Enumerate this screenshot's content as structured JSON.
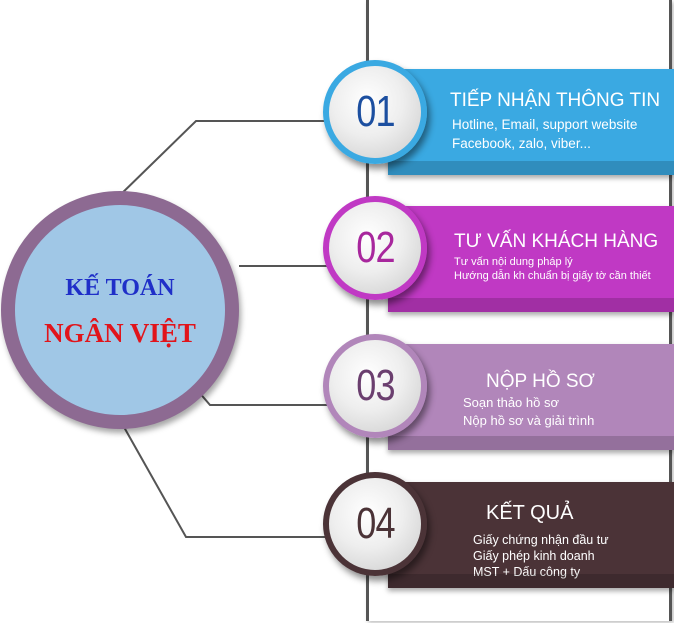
{
  "hub": {
    "line1": "KẾ TOÁN",
    "line2": "NGÂN VIỆT",
    "fill_color": "#a0c7e6",
    "ring_color": "#8d6a92"
  },
  "steps": [
    {
      "number": "01",
      "title": "TIẾP NHẬN THÔNG TIN",
      "lines": [
        "Hotline, Email, support website",
        "Facebook, zalo, viber..."
      ],
      "color": "#3aa9e2"
    },
    {
      "number": "02",
      "title": "TƯ VẤN KHÁCH HÀNG",
      "lines": [
        "Tư vấn nội dung pháp lý",
        "Hướng dẫn kh chuẩn bị giấy tờ cần thiết"
      ],
      "color": "#c039c4"
    },
    {
      "number": "03",
      "title": "NỘP HỒ SƠ",
      "lines": [
        "Soạn thảo hồ sơ",
        "Nộp hồ sơ và giải trình"
      ],
      "color": "#b186ba"
    },
    {
      "number": "04",
      "title": "KẾT QUẢ",
      "lines": [
        "Giấy chứng nhận đầu tư",
        "Giấy phép kinh doanh",
        "MST + Dấu công ty"
      ],
      "color": "#4b3337"
    }
  ]
}
